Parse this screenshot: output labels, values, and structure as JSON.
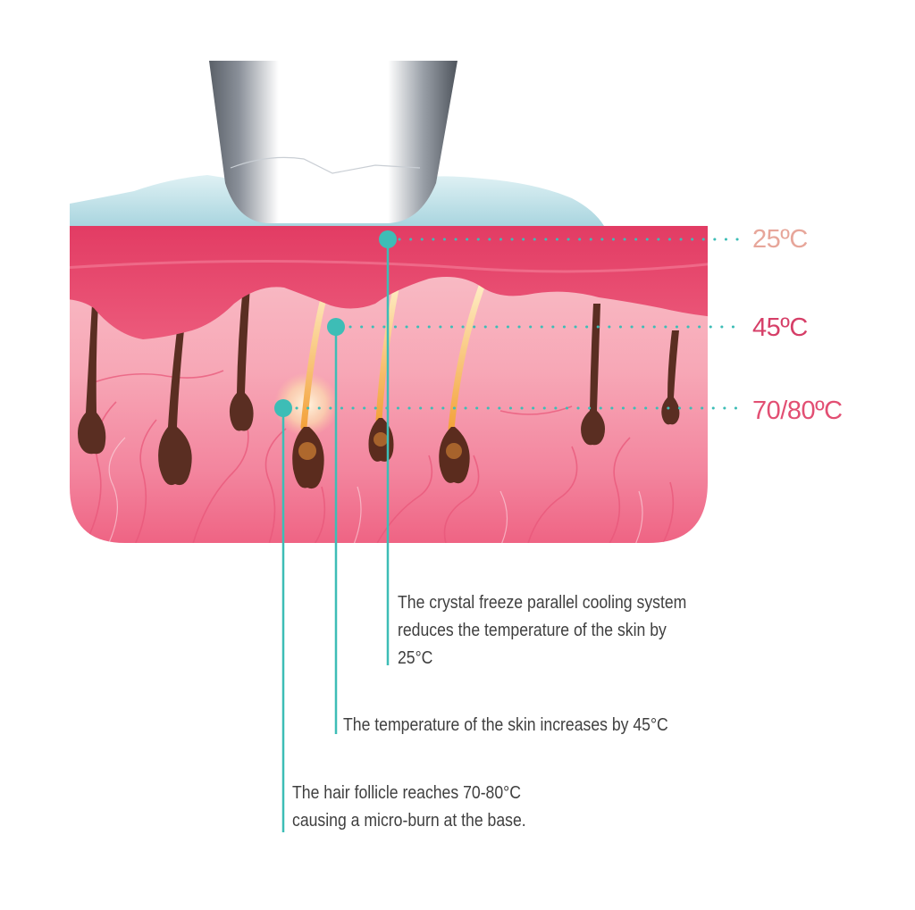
{
  "colors": {
    "accent_teal": "#3dbdb6",
    "skin_pink": "#f6a5b5",
    "epidermis_red": "#e8476c",
    "label_25": "#e7a69a",
    "label_45": "#d63f68",
    "label_70": "#e24f73",
    "caption_text": "#3f3f3f"
  },
  "labels": {
    "temp_25": "25ºC",
    "temp_45": "45ºC",
    "temp_70_80": "70/80ºC"
  },
  "captions": {
    "cooling": [
      "The crystal freeze parallel cooling system",
      "reduces the temperature of the skin by",
      "25°C"
    ],
    "skin": [
      "The temperature of the skin increases by 45°C"
    ],
    "follicle": [
      "The hair follicle reaches 70-80°C",
      "causing a micro-burn at the base."
    ]
  },
  "icons": {
    "applicator": "laser-applicator-icon",
    "hair": "hair-follicle-icon",
    "marker": "teal-dot-marker-icon"
  }
}
